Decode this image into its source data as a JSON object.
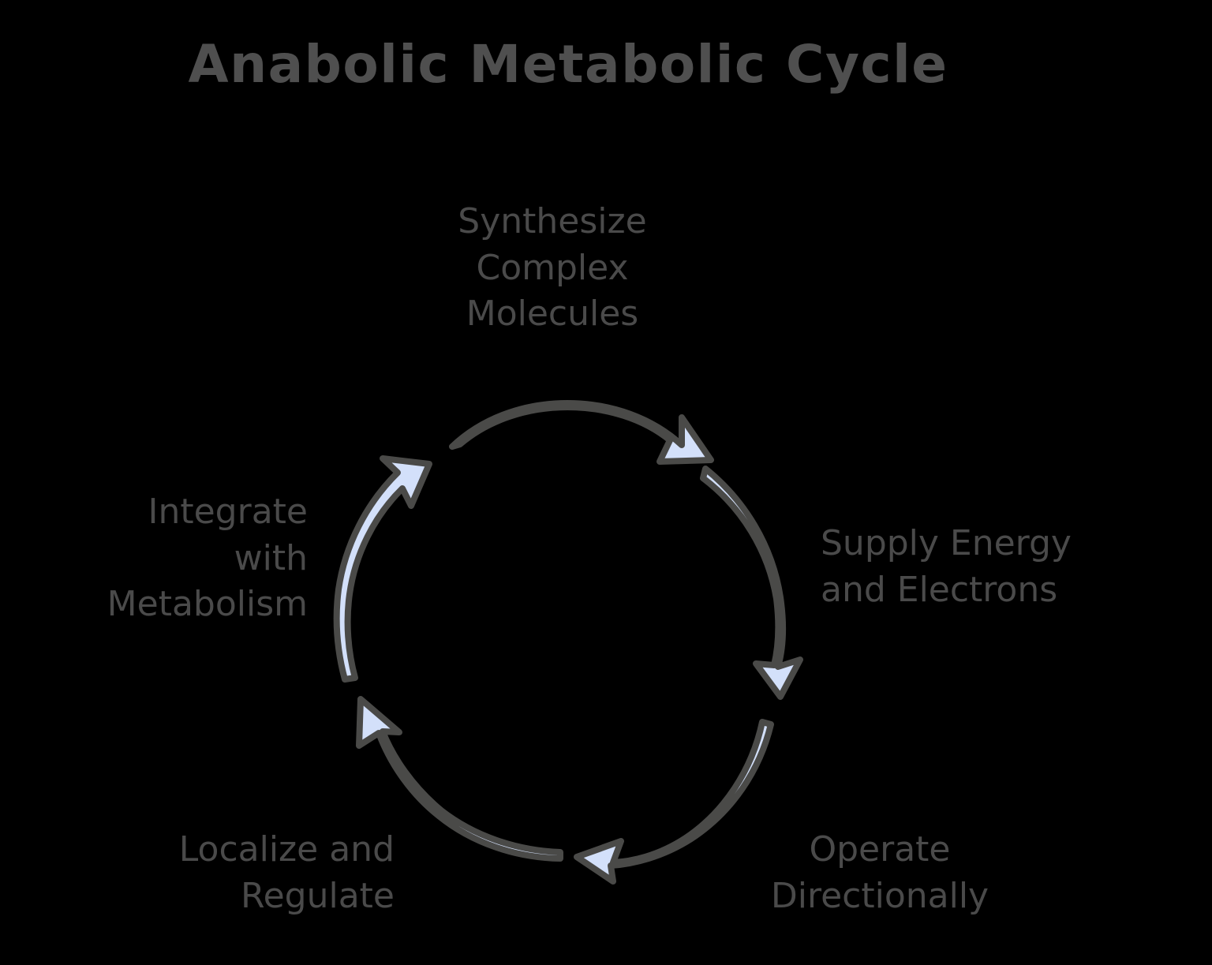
{
  "diagram": {
    "title": "Anabolic Metabolic Cycle",
    "type": "cycle",
    "direction": "clockwise",
    "background_color": "#000000",
    "title_color": "#4f4f4f",
    "label_color": "#4a4a4a",
    "arrow_fill_color": "#d3e0fa",
    "arrow_stroke_color": "#4a4a48",
    "node_count": 5,
    "nodes": [
      {
        "id": "synthesize",
        "position": "top",
        "label": "Synthesize\nComplex\nMolecules",
        "align": "center"
      },
      {
        "id": "supply",
        "position": "right",
        "label": "Supply Energy\nand Electrons",
        "align": "left"
      },
      {
        "id": "operate",
        "position": "bottom-right",
        "label": "Operate\nDirectionally",
        "align": "center"
      },
      {
        "id": "localize",
        "position": "bottom-left",
        "label": "Localize and\nRegulate",
        "align": "right"
      },
      {
        "id": "integrate",
        "position": "left",
        "label": "Integrate\nwith\nMetabolism",
        "align": "right"
      }
    ],
    "arrows": [
      {
        "id": "arrow-top",
        "from": "integrate",
        "to": "synthesize",
        "icon": "curved-arrow-icon"
      },
      {
        "id": "arrow-right",
        "from": "synthesize",
        "to": "supply",
        "icon": "curved-arrow-icon"
      },
      {
        "id": "arrow-bottom-right",
        "from": "supply",
        "to": "operate",
        "icon": "curved-arrow-icon"
      },
      {
        "id": "arrow-bottom-left",
        "from": "operate",
        "to": "localize",
        "icon": "curved-arrow-icon"
      },
      {
        "id": "arrow-left",
        "from": "localize",
        "to": "integrate",
        "icon": "curved-arrow-icon"
      }
    ]
  }
}
